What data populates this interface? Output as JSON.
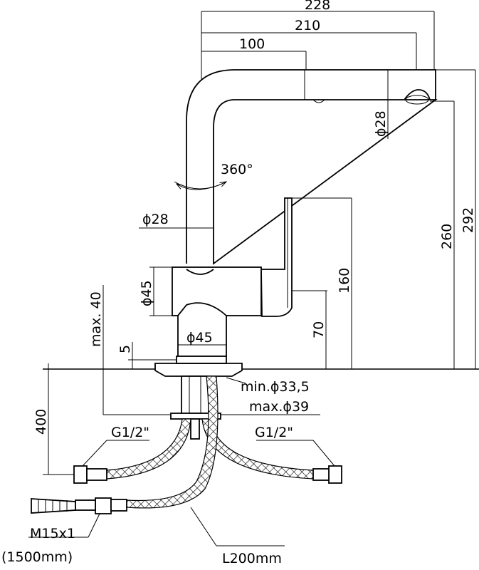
{
  "drawing": {
    "dimensions": {
      "spout_reach_overall": "228",
      "spout_reach": "210",
      "spout_offset": "100",
      "spout_diameter_top": "ϕ28",
      "rotation": "360°",
      "spout_diameter": "ϕ28",
      "body_diameter": "ϕ45",
      "base_diameter": "ϕ45",
      "height_260": "260",
      "height_292": "292",
      "height_160": "160",
      "height_70": "70",
      "max_deck_thickness": "max. 40",
      "flange_5": "5",
      "hole_min": "min.ϕ33,5",
      "hole_max": "max.ϕ39",
      "hose_depth": "400",
      "connector_left": "G1/2\"",
      "connector_right": "G1/2\"",
      "pullout_thread": "M15x1",
      "pullout_length": "(1500mm)",
      "braid_length": "L200mm"
    }
  }
}
